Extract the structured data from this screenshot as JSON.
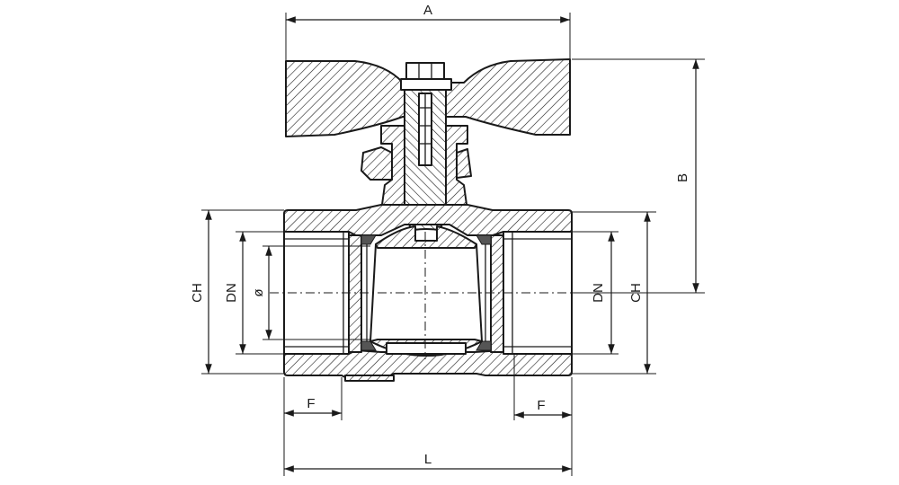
{
  "diagram": {
    "labels": {
      "a": "A",
      "b": "B",
      "ch_left": "CH",
      "dn_left": "DN",
      "phi": "ø",
      "dn_right": "DN",
      "ch_right": "CH",
      "f_left": "F",
      "f_right": "F",
      "l": "L"
    }
  }
}
